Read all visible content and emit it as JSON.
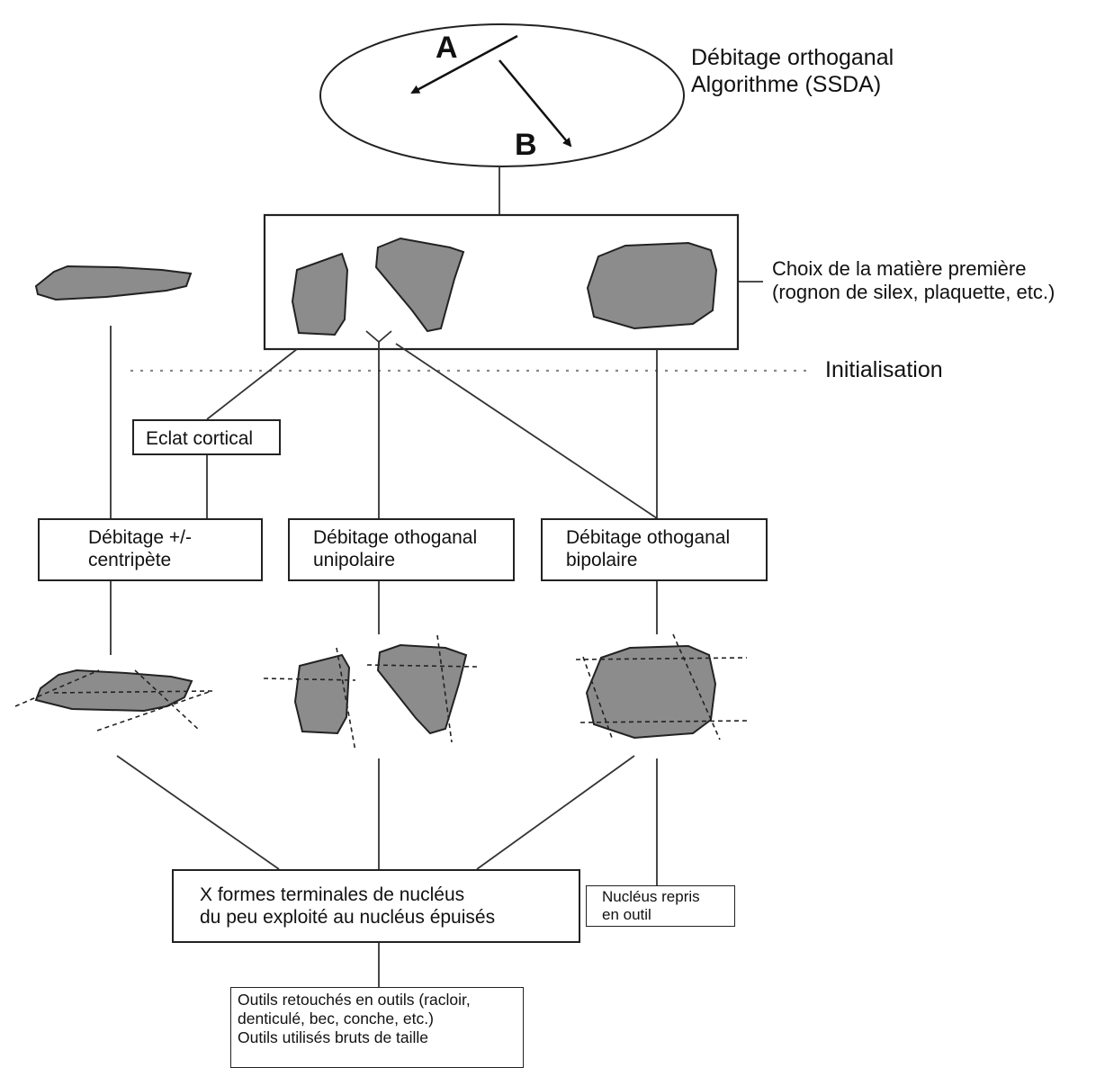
{
  "header": {
    "line1": "Débitage orthoganal",
    "line2": "Algorithme (SSDA)",
    "letter_a": "A",
    "letter_b": "B"
  },
  "raw_material": {
    "line1": "Choix de la matière première",
    "line2": "(rognon de silex, plaquette, etc.)"
  },
  "initialisation": "Initialisation",
  "eclat_cortical": "Eclat cortical",
  "methods": [
    {
      "line1": "Débitage +/-",
      "line2": "centripète"
    },
    {
      "line1": "Débitage othoganal",
      "line2": "unipolaire"
    },
    {
      "line1": "Débitage othoganal",
      "line2": "bipolaire"
    }
  ],
  "terminal": {
    "line1": "X formes terminales de nucléus",
    "line2": "du peu exploité au nucléus épuisés"
  },
  "repris": {
    "line1": "Nucléus repris",
    "line2": "en outil"
  },
  "tools": {
    "line1": "Outils retouchés en outils (racloir,",
    "line2": "denticulé, bec, conche, etc.)",
    "line3": "Outils utilisés bruts de taille"
  },
  "colors": {
    "stone_fill": "#8c8c8c",
    "stone_stroke": "#222222",
    "line": "#333333",
    "dotted": "#888888"
  }
}
